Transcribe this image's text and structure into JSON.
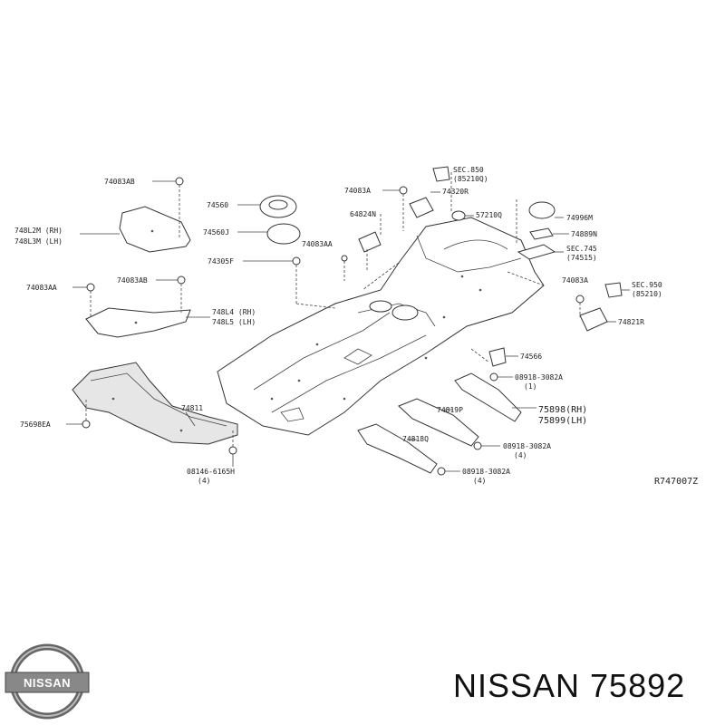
{
  "diagram": {
    "reference_code": "R747007Z",
    "callouts": {
      "c74083AB_1": "74083AB",
      "c748L2M": "748L2M (RH)",
      "c748L3M": "748L3M (LH)",
      "c74560": "74560",
      "c74560J": "74560J",
      "c74305F": "74305F",
      "c74083AA_1": "74083AA",
      "c74083AB_2": "74083AB",
      "c74083AA_2": "74083AA",
      "c748L4": "748L4 (RH)",
      "c748L5": "748L5 (LH)",
      "c74083A_1": "74083A",
      "c74320R": "74320R",
      "c64824N": "64824N",
      "c57210Q": "57210Q",
      "sec850_1a": "SEC.850",
      "sec850_1b": "(85210Q)",
      "c74996M": "74996M",
      "c74889N": "74889N",
      "sec745a": "SEC.745",
      "sec745b": "(74515)",
      "c74083A_2": "74083A",
      "sec950a": "SEC.950",
      "sec950b": "(85210)",
      "c74821R": "74821R",
      "c74566": "74566",
      "c08918_1a": "08918-3082A",
      "c08918_1b": "(1)",
      "c75898": "75898(RH)",
      "c75899": "75899(LH)",
      "c74819P": "74819P",
      "c74818Q": "74818Q",
      "c08918_2a": "08918-3082A",
      "c08918_2b": "(4)",
      "c08918_3a": "08918-3082A",
      "c08918_3b": "(4)",
      "c75698EA": "75698EA",
      "c74811": "74811",
      "c08146a": "08146-6165H",
      "c08146b": "(4)"
    }
  },
  "brand": {
    "logo_text": "NISSAN",
    "caption": "NISSAN 75892"
  }
}
